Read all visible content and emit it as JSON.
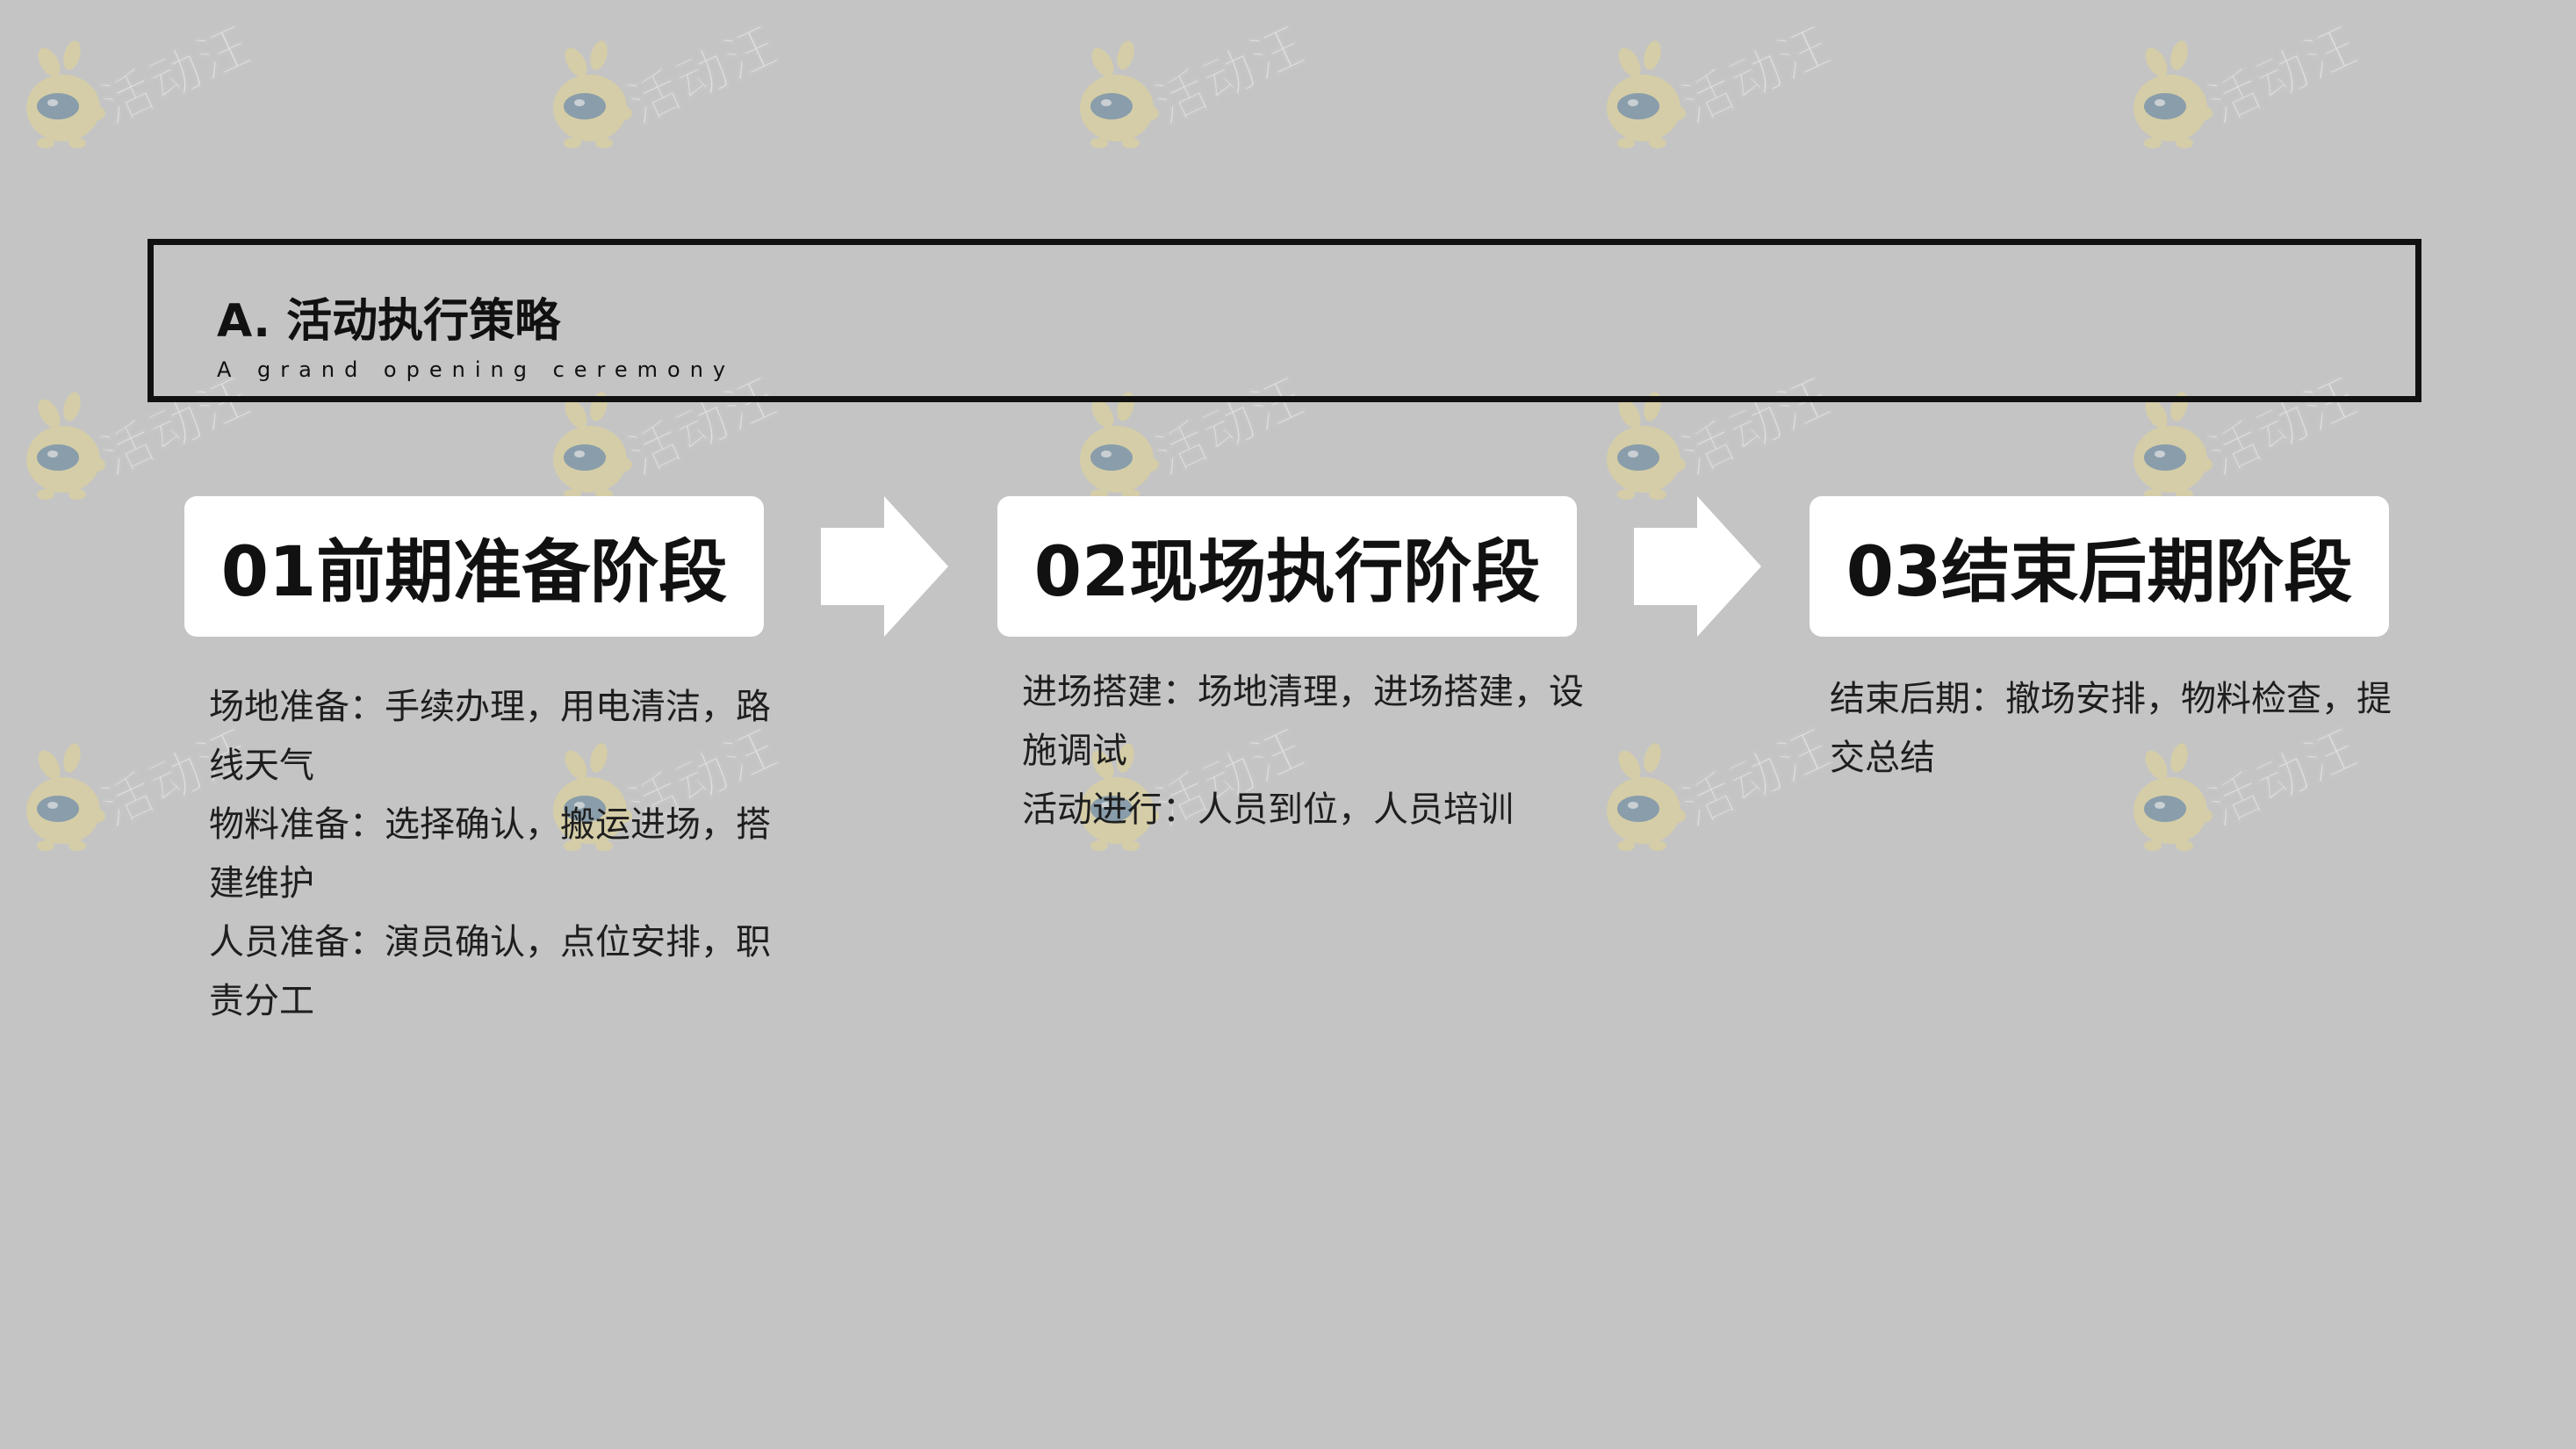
{
  "watermark": {
    "text": "活动汪"
  },
  "header": {
    "title": "A. 活动执行策略",
    "subtitle": "A grand opening ceremony"
  },
  "stages": [
    {
      "title": "01前期准备阶段",
      "details": [
        "场地准备：手续办理，用电清洁，路线天气",
        "物料准备：选择确认，搬运进场，搭建维护",
        "人员准备：演员确认，点位安排，职责分工"
      ]
    },
    {
      "title": "02现场执行阶段",
      "details": [
        "进场搭建：场地清理，进场搭建，设施调试",
        "活动进行：人员到位，人员培训"
      ]
    },
    {
      "title": "03结束后期阶段",
      "details": [
        "结束后期：撤场安排，物料检查，提交总结"
      ]
    }
  ],
  "colors": {
    "background": "#c4c4c4",
    "card": "#ffffff",
    "text": "#111111",
    "arrow": "#ffffff",
    "watermark_body": "#e3d690",
    "watermark_visor": "#5a7f97"
  }
}
